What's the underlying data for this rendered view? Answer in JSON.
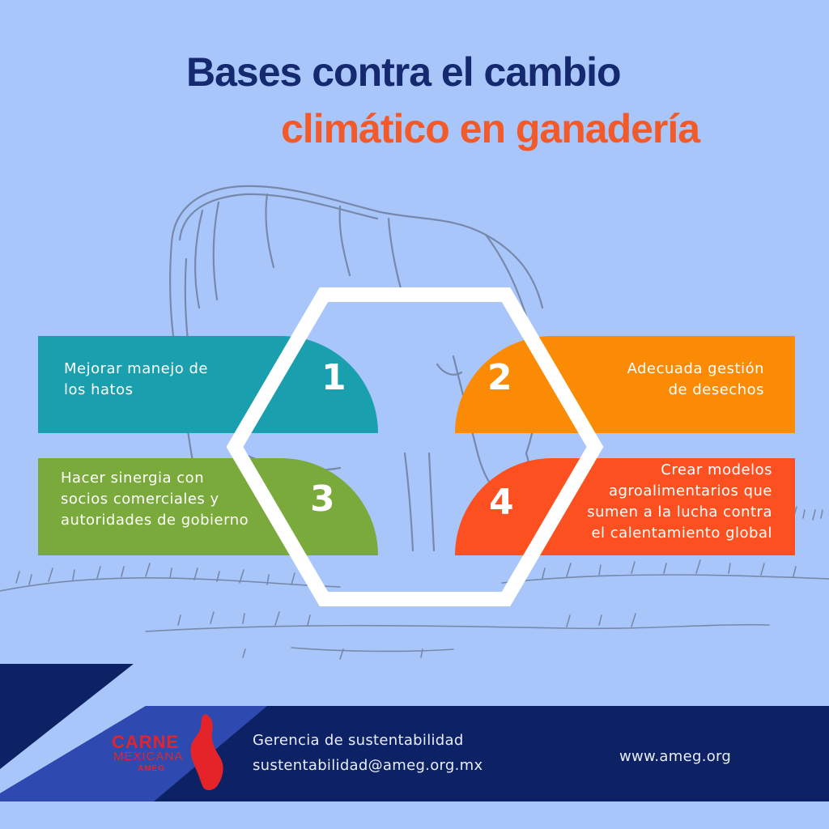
{
  "title": {
    "line1": "Bases contra el cambio",
    "line2": "climático en ganadería"
  },
  "items": [
    {
      "number": "1",
      "text_lines": [
        "Mejorar manejo de",
        "los hatos"
      ]
    },
    {
      "number": "2",
      "text_lines": [
        "Adecuada gestión",
        "de desechos"
      ]
    },
    {
      "number": "3",
      "text_lines": [
        "Hacer sinergia con",
        "socios comerciales y",
        "autoridades de gobierno"
      ]
    },
    {
      "number": "4",
      "text_lines": [
        "Crear modelos",
        "agroalimentarios que",
        "sumen a la lucha contra",
        "el calentamiento global"
      ]
    }
  ],
  "footer": {
    "logo": {
      "brand": "CARNE",
      "sub": "MEXICANA",
      "org": "AMEG"
    },
    "department": "Gerencia de sustentabilidad",
    "email": "sustentabilidad@ameg.org.mx",
    "website": "www.ameg.org"
  },
  "colors": {
    "background": "#a9c6fb",
    "title_primary": "#14296e",
    "title_accent": "#f25a2a",
    "item1": "#1a9fae",
    "item2": "#fb8a04",
    "item3": "#7aaa3b",
    "item4": "#fd5020",
    "footer_dark": "#0d2265",
    "footer_mid": "#2e4ab0",
    "logo_red": "#e5242a"
  },
  "icons": {
    "background_illustration": "cow-grazing-sketch-icon",
    "frame": "hexagon-icon",
    "logo_map": "mexico-map-icon"
  }
}
